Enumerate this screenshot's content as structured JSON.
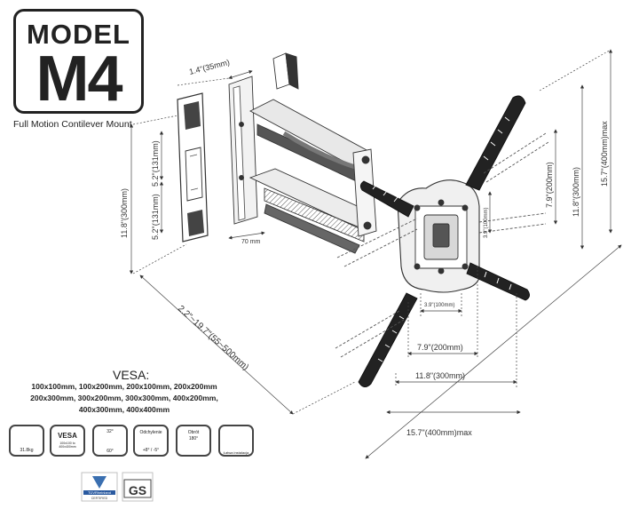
{
  "model": {
    "label": "MODEL",
    "number": "M4",
    "subtitle": "Full Motion Contilever Mount"
  },
  "dimensions": {
    "depth_min": "1.4\"(35mm)",
    "upper_plate": "5.2\"(131mm)",
    "lower_plate": "5.2\"(131mm)",
    "wall_plate_height": "11.8\"(300mm)",
    "arm_width": "70 mm",
    "extension": "2.2\"~19.7\"(55~500mm)",
    "v_100": "3.9\"(100mm)",
    "v_200": "7.9\"(200mm)",
    "v_300": "11.8\"(300mm)",
    "v_400": "15.7\"(400mm)max",
    "h_100": "3.9\"(100mm)",
    "h_200": "7.9\"(200mm)",
    "h_300": "11.8\"(300mm)",
    "h_400": "15.7\"(400mm)max"
  },
  "vesa": {
    "title": "VESA:",
    "line1": "100x100mm, 100x200mm, 200x100mm, 200x200mm",
    "line2": "200x300mm, 300x200mm, 300x300mm, 400x200mm,",
    "line3": "400x300mm, 400x400mm"
  },
  "feature_icons": [
    {
      "icon": "weight-icon",
      "text": "31.8kg"
    },
    {
      "icon": "vesa-icon",
      "text": "VESA",
      "sub": "100x100 to 400x400mm"
    },
    {
      "icon": "swivel-icon",
      "text_top": "32°",
      "text_bottom": "60°"
    },
    {
      "icon": "tilt-icon",
      "text": "Odchylenie",
      "sub": "+8° / -5°"
    },
    {
      "icon": "rotate-icon",
      "text": "Obrót",
      "sub": "180°"
    },
    {
      "icon": "installation-icon",
      "text": "Łatwa instalacja"
    }
  ],
  "certifications": [
    {
      "icon": "tuv-rheinland-logo",
      "text": "TÜVRheinland",
      "sub": "CERTIFIED"
    },
    {
      "icon": "gs-mark-logo",
      "text": "GS"
    }
  ]
}
